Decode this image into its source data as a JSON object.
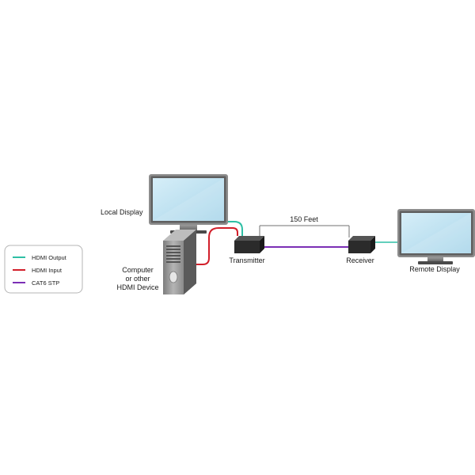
{
  "labels": {
    "local_display": "Local Display",
    "computer_line1": "Computer",
    "computer_line2": "or other",
    "computer_line3": "HDMI Device",
    "transmitter": "Transmitter",
    "receiver": "Receiver",
    "remote_display": "Remote Display",
    "distance": "150 Feet"
  },
  "legend": [
    {
      "label": "HDMI Output",
      "color": "#2ebfa5"
    },
    {
      "label": "HDMI Input",
      "color": "#d21f2a"
    },
    {
      "label": "CAT6 STP",
      "color": "#7b2fb5"
    }
  ],
  "colors": {
    "hdmi_output": "#2ebfa5",
    "hdmi_input": "#d21f2a",
    "cat6": "#7b2fb5",
    "device_body": "#2b2b2b",
    "monitor_frame": "#8c8c8c",
    "screen": "#bfe3f2",
    "tower": "#9a9a9a"
  }
}
